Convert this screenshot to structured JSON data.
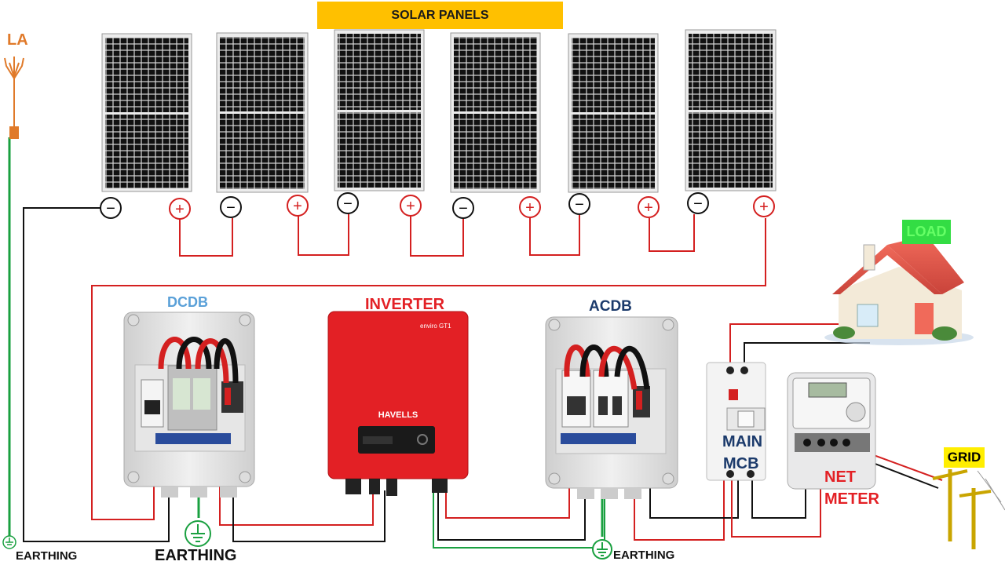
{
  "title": "SOLAR PANELS",
  "labels": {
    "la": "LA",
    "dcdb": "DCDB",
    "inverter": "INVERTER",
    "acdb": "ACDB",
    "load": "LOAD",
    "main_mcb_line1": "MAIN",
    "main_mcb_line2": "MCB",
    "net_meter_line1": "NET",
    "net_meter_line2": "METER",
    "grid": "GRID",
    "earthing_left": "EARTHING",
    "earthing_center": "EARTHING",
    "earthing_right": "EARTHING"
  },
  "inverter_device": {
    "brand": "HAVELLS",
    "model": "enviro GT1"
  },
  "panels": [
    {
      "negative": "−",
      "positive": "+"
    },
    {
      "negative": "−",
      "positive": "+"
    },
    {
      "negative": "−",
      "positive": "+"
    },
    {
      "negative": "−",
      "positive": "+"
    },
    {
      "negative": "−",
      "positive": "+"
    },
    {
      "negative": "−",
      "positive": "+"
    }
  ],
  "colors": {
    "banner": "#ffc000",
    "positive_wire": "#d42020",
    "negative_wire": "#111111",
    "earth_wire": "#1aa040",
    "inverter_body": "#e32025",
    "la": "#e07a2a",
    "dcdb_label": "#5aa0d8",
    "acdb_label": "#1b3a6b",
    "mcb_label": "#1b3a6b",
    "meter_label": "#e32025",
    "load_badge": "#33dd44",
    "grid_badge": "#ffee00"
  }
}
